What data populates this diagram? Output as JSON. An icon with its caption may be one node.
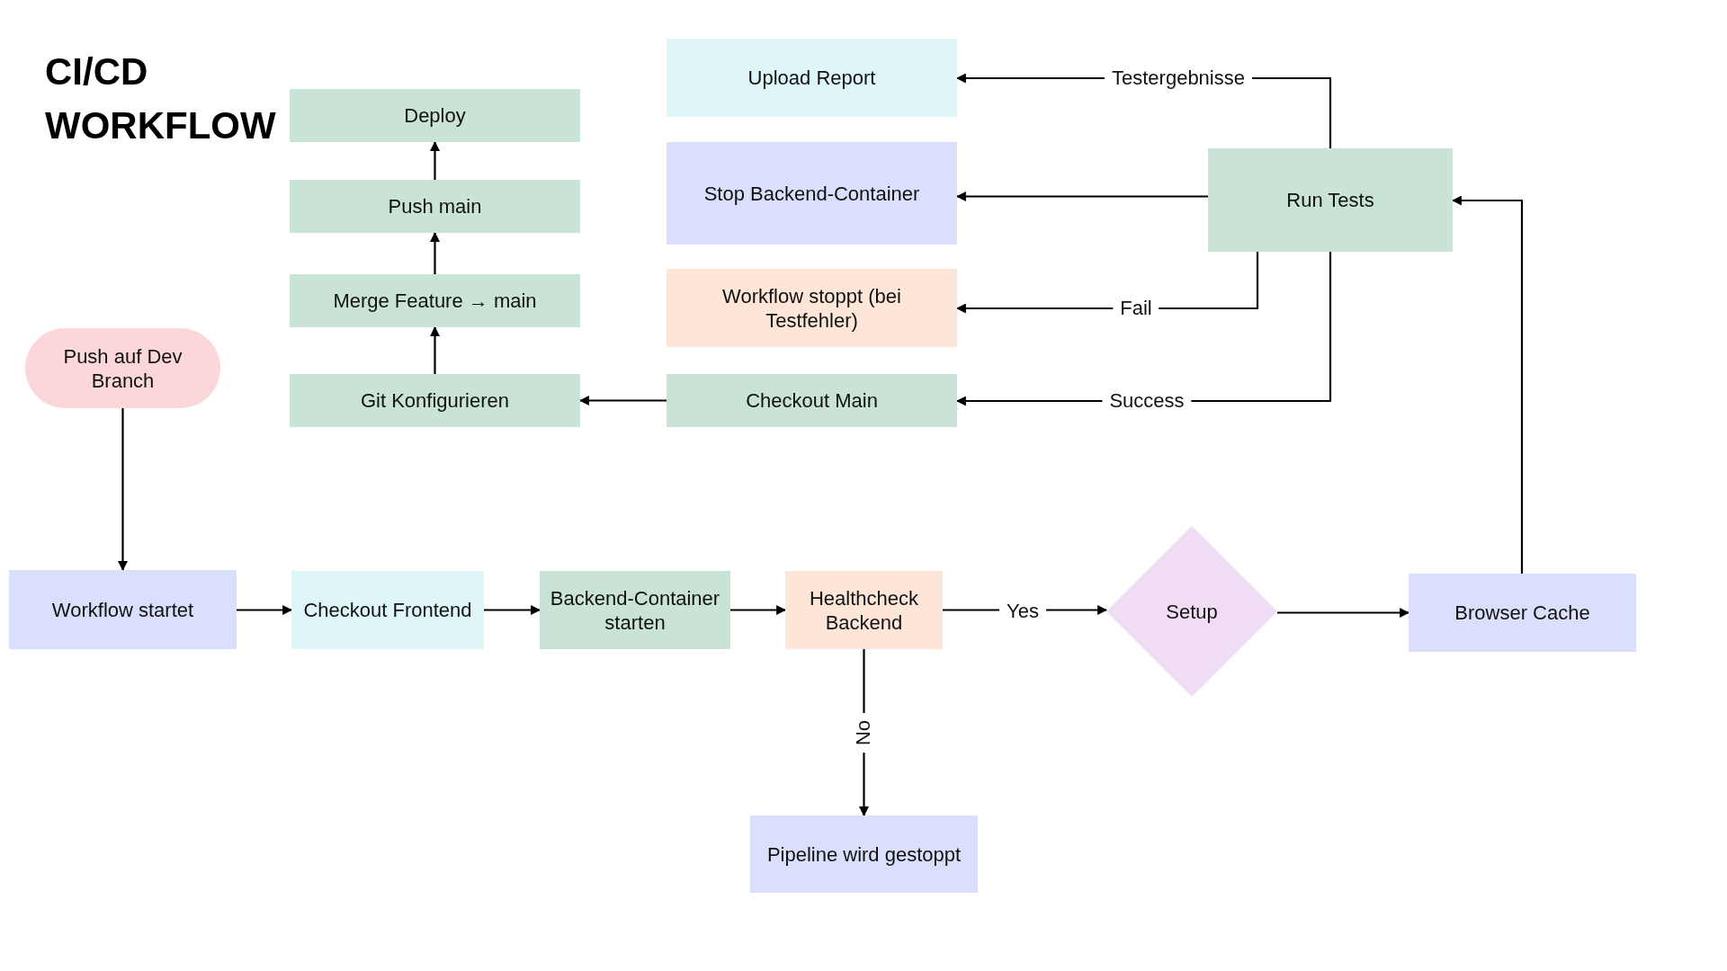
{
  "diagram": {
    "title": "CI/CD WORKFLOW",
    "nodes": [
      {
        "text": [
          "Push auf Dev Branch"
        ]
      },
      {
        "text": [
          "Workflow startet"
        ]
      },
      {
        "text": [
          "Checkout Frontend"
        ]
      },
      {
        "text": [
          "Backend-Container starten"
        ]
      },
      {
        "text": [
          "Healthcheck Backend"
        ]
      },
      {
        "text": [
          "Setup"
        ]
      },
      {
        "text": [
          "Browser Cache"
        ]
      },
      {
        "text": [
          "Pipeline wird gestoppt"
        ]
      },
      {
        "text": [
          "Run Tests"
        ]
      },
      {
        "text": [
          "Upload Report"
        ]
      },
      {
        "text": [
          "Stop Backend-Container"
        ]
      },
      {
        "text": [
          "Workflow stoppt (bei Testfehler)"
        ]
      },
      {
        "text": [
          "Checkout Main"
        ]
      },
      {
        "text": [
          "Git Konfigurieren"
        ]
      },
      {
        "text": [
          "Merge Feature → main"
        ]
      },
      {
        "text": [
          "Push main"
        ]
      },
      {
        "text": [
          "Deploy"
        ]
      }
    ],
    "edges": [
      {
        "from": 0,
        "to": 1,
        "arrow": "to"
      },
      {
        "from": 1,
        "to": 2,
        "arrow": "to"
      },
      {
        "from": 2,
        "to": 3,
        "arrow": "to"
      },
      {
        "from": 3,
        "to": 4,
        "arrow": "to"
      },
      {
        "from": 4,
        "to": 5,
        "arrow": "to",
        "label": "Yes"
      },
      {
        "from": 5,
        "to": 6,
        "arrow": "to"
      },
      {
        "from": 6,
        "to": 8,
        "arrow": "to"
      },
      {
        "from": 4,
        "to": 7,
        "arrow": "to",
        "label": "No"
      },
      {
        "from": 8,
        "to": 9,
        "arrow": "to",
        "label": "Testergebnisse"
      },
      {
        "from": 8,
        "to": 10,
        "arrow": "to"
      },
      {
        "from": 8,
        "to": 11,
        "arrow": "to",
        "label": "Fail"
      },
      {
        "from": 8,
        "to": 12,
        "arrow": "to",
        "label": "Success"
      },
      {
        "from": 12,
        "to": 13,
        "arrow": "to"
      },
      {
        "from": 13,
        "to": 14,
        "arrow": "to"
      },
      {
        "from": 14,
        "to": 15,
        "arrow": "to"
      },
      {
        "from": 15,
        "to": 16,
        "arrow": "to"
      }
    ]
  }
}
